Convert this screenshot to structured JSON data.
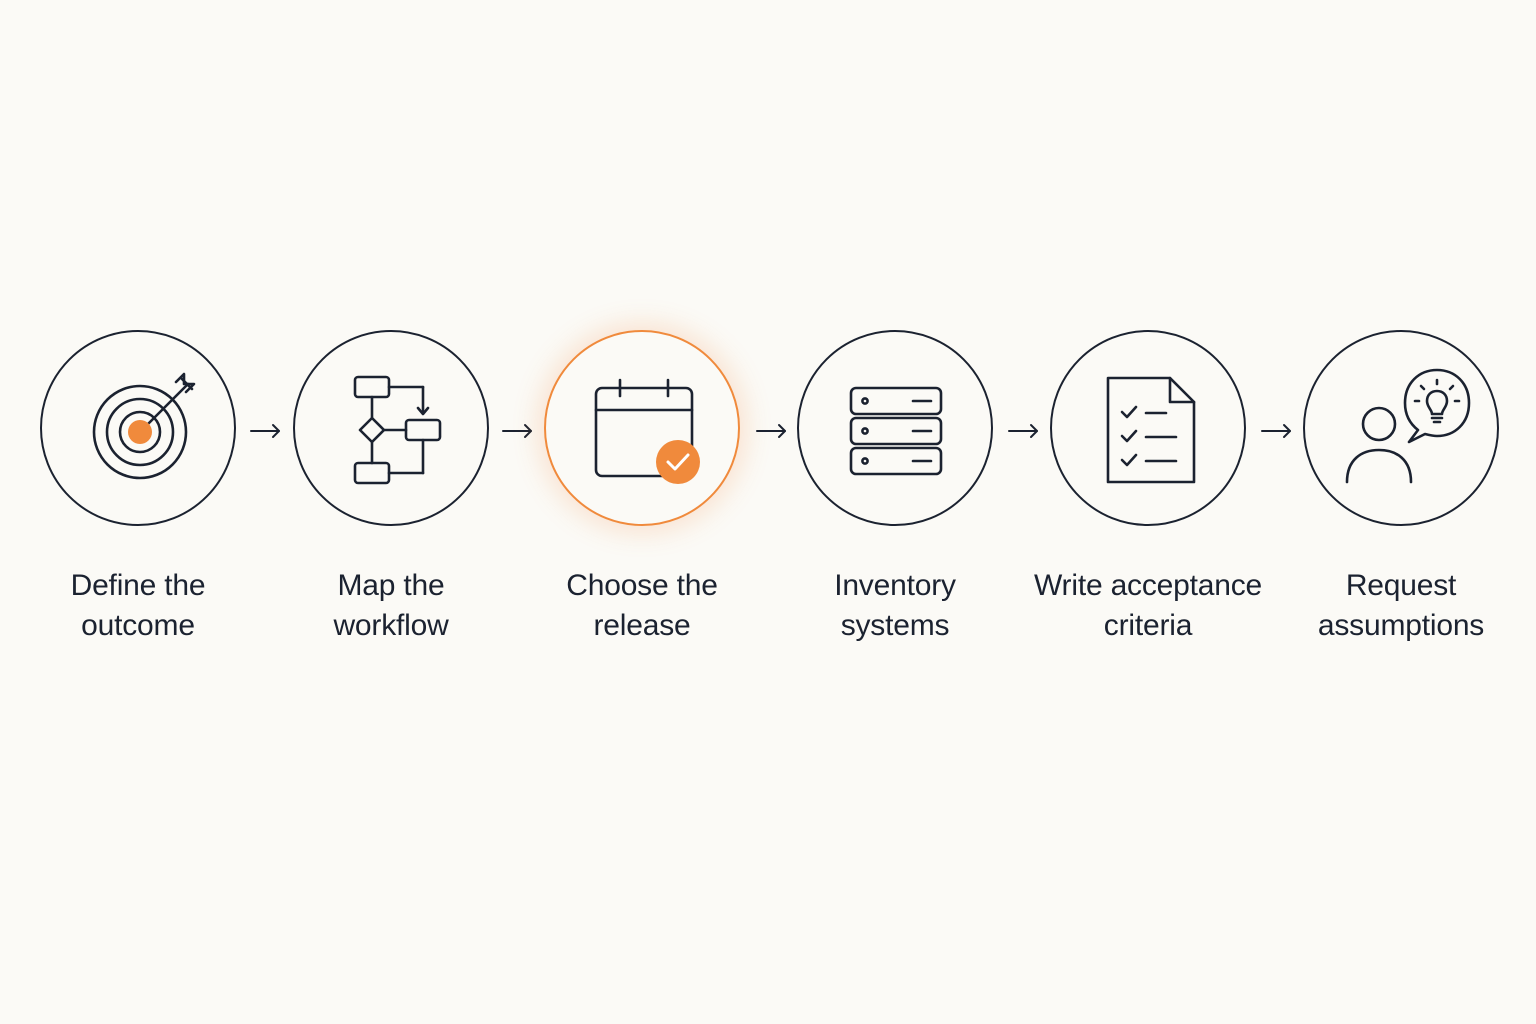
{
  "colors": {
    "background": "#fbfaf6",
    "ink": "#1b2230",
    "accent": "#f08a3c"
  },
  "active_step": 2,
  "steps": [
    {
      "id": "define",
      "icon": "target-icon",
      "label": [
        "Define the",
        "outcome"
      ]
    },
    {
      "id": "map",
      "icon": "flowchart-icon",
      "label": [
        "Map the",
        "workflow"
      ]
    },
    {
      "id": "choose",
      "icon": "calendar-check-icon",
      "label": [
        "Choose the",
        "release"
      ]
    },
    {
      "id": "inventory",
      "icon": "server-stack-icon",
      "label": [
        "Inventory",
        "systems"
      ]
    },
    {
      "id": "write",
      "icon": "checklist-document-icon",
      "label": [
        "Write acceptance",
        "criteria"
      ]
    },
    {
      "id": "request",
      "icon": "person-idea-icon",
      "label": [
        "Request",
        "assumptions"
      ]
    }
  ]
}
